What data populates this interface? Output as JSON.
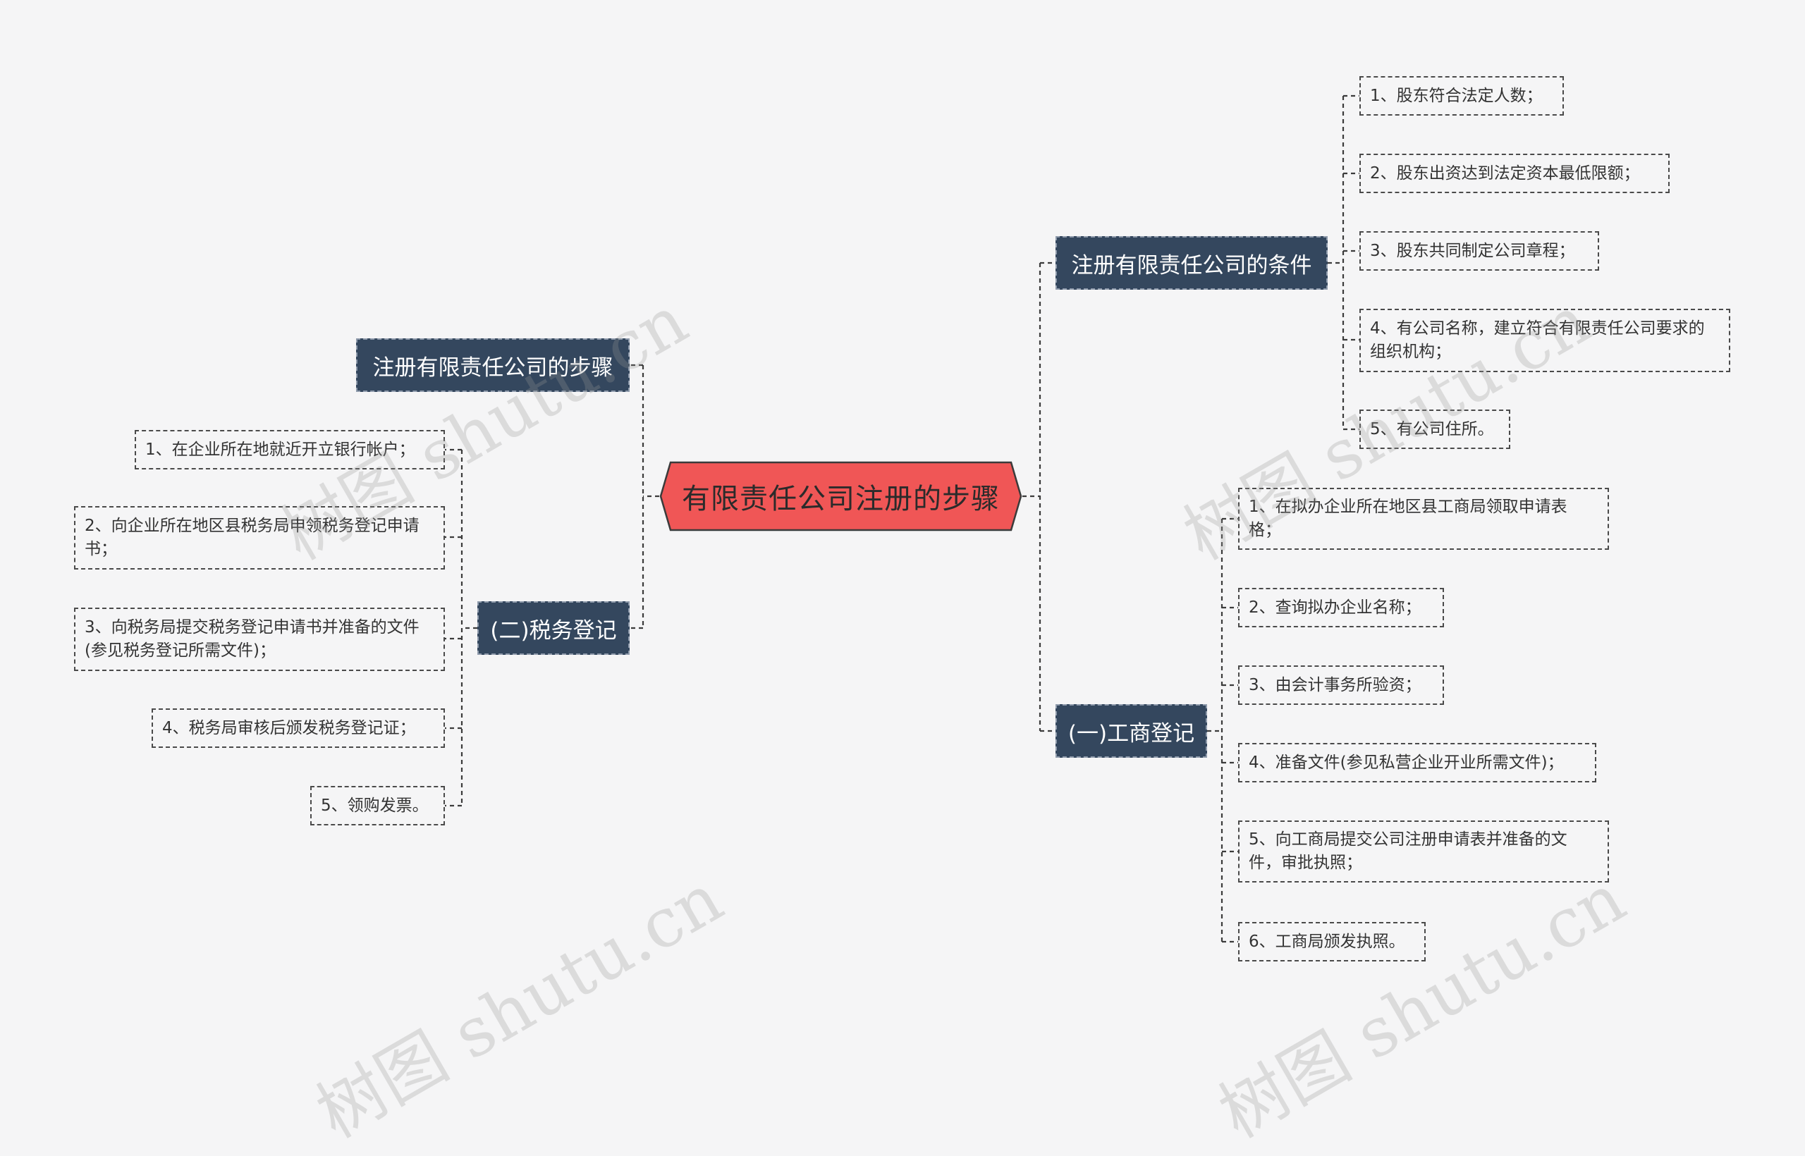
{
  "root": {
    "label": "有限责任公司注册的步骤"
  },
  "branches": {
    "conditions": {
      "label": "注册有限责任公司的条件",
      "items": [
        "1、股东符合法定人数；",
        "2、股东出资达到法定资本最低限额；",
        "3、股东共同制定公司章程；",
        "4、有公司名称，建立符合有限责任公司要求的组织机构；",
        "5、有公司住所。"
      ]
    },
    "steps": {
      "label": "注册有限责任公司的步骤"
    },
    "business": {
      "label": "(一)工商登记",
      "items": [
        "1、在拟办企业所在地区县工商局领取申请表格；",
        "2、查询拟办企业名称；",
        "3、由会计事务所验资；",
        "4、准备文件(参见私营企业开业所需文件)；",
        "5、向工商局提交公司注册申请表并准备的文件，审批执照；",
        "6、工商局颁发执照。"
      ]
    },
    "tax": {
      "label": "(二)税务登记",
      "items": [
        "1、在企业所在地就近开立银行帐户；",
        "2、向企业所在地区县税务局申领税务登记申请书；",
        "3、向税务局提交税务登记申请书并准备的文件(参见税务登记所需文件)；",
        "4、税务局审核后颁发税务登记证；",
        "5、领购发票。"
      ]
    }
  },
  "watermark": "树图 shutu.cn",
  "colors": {
    "root_fill": "#f05656",
    "branch_fill": "#34475e",
    "background": "#f5f5f6"
  }
}
